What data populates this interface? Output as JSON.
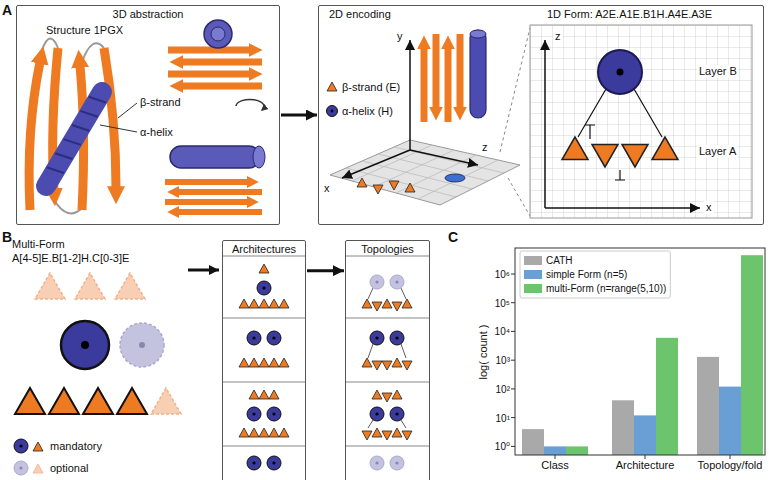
{
  "diagram": {
    "nodes": [
      {
        "text": [
          "3D abstraction"
        ]
      },
      {
        "text": [
          "2D encoding",
          "1D Form: A2E.A1E.B1H.A4E.A3E"
        ]
      },
      {
        "text": [
          "Architectures"
        ]
      },
      {
        "text": [
          "Topologies"
        ]
      }
    ],
    "edges": [
      {
        "from": 0,
        "to": 1,
        "arrow": "to"
      },
      {
        "from": 2,
        "to": 3,
        "arrow": "to"
      }
    ],
    "labels": [
      "A",
      "Structure 1PGX",
      "β-strand",
      "α-helix",
      "y",
      "x",
      "z",
      "Layer B",
      "Layer A",
      "z",
      "x",
      "B",
      "Multi-Form",
      "A[4-5]E.B[1-2]H.C[0-3]E",
      "C",
      "log( count )",
      "10⁰",
      "10¹",
      "10²",
      "10³",
      "10⁴",
      "10⁵",
      "10⁶",
      "Class",
      "Architecture",
      "Topology/fold"
    ],
    "legend": [
      {
        "text": "β-strand (E)"
      },
      {
        "text": "α-helix (H)"
      },
      {
        "text": "mandatory"
      },
      {
        "text": "optional"
      },
      {
        "text": "CATH",
        "color": "#a9a9a9"
      },
      {
        "text": "simple Form (n=5)",
        "color": "#6a9fd6"
      },
      {
        "text": "multi-Form (n=range(5,10))",
        "color": "#6cc46c"
      }
    ]
  }
}
